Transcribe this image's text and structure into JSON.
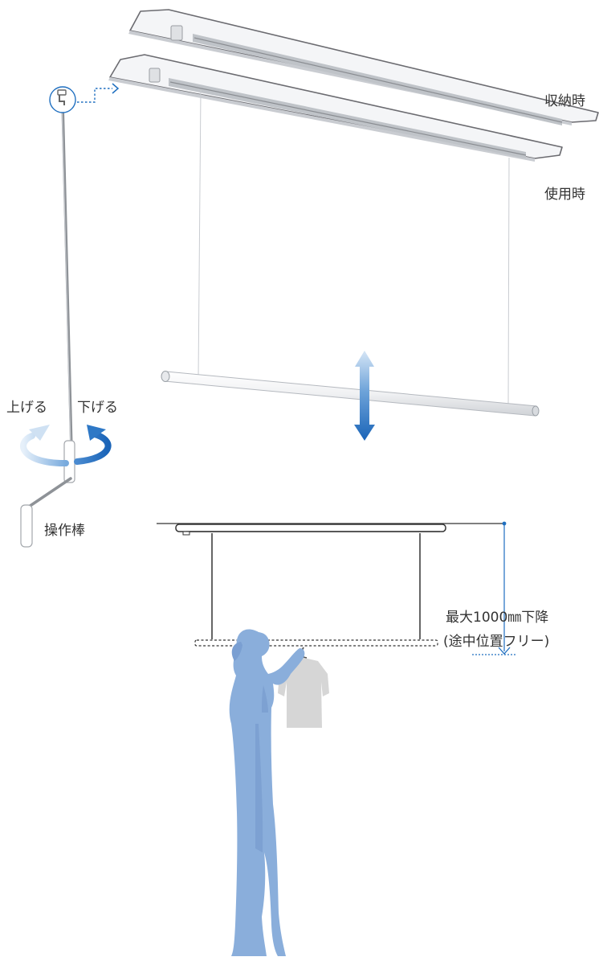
{
  "labels": {
    "stored": "収納時",
    "in_use": "使用時",
    "raise": "上げる",
    "lower": "下げる",
    "operating_rod": "操作棒",
    "max_drop": "最大1000㎜下降",
    "max_drop_note": "(途中位置フリー)"
  },
  "colors": {
    "accent_blue": "#1f6fc0",
    "light_blue": "#b9d7f2",
    "figure_blue": "#8aaedb",
    "garment_gray": "#d6d6d6",
    "line_dark": "#333333",
    "panel_fill": "#f3f4f6"
  }
}
